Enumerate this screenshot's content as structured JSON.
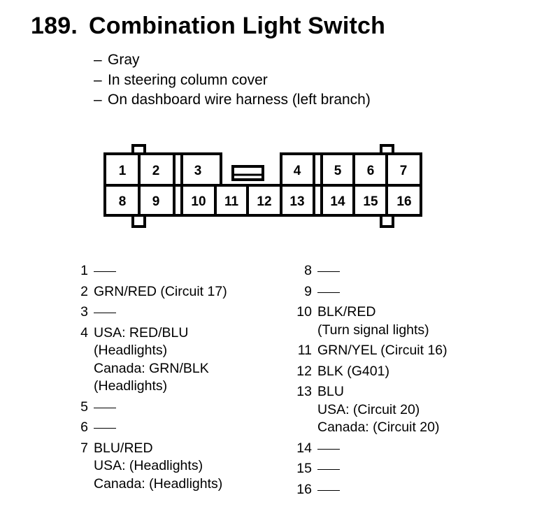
{
  "header": {
    "number": "189.",
    "title": "Combination Light Switch"
  },
  "notes": [
    "Gray",
    "In steering column cover",
    "On dashboard wire harness (left branch)"
  ],
  "connector": {
    "pins_top": [
      "1",
      "2",
      "3",
      "4",
      "5",
      "6",
      "7"
    ],
    "pins_bottom": [
      "8",
      "9",
      "10",
      "11",
      "12",
      "13",
      "14",
      "15",
      "16"
    ]
  },
  "pins_left": [
    {
      "num": "1",
      "lines": []
    },
    {
      "num": "2",
      "lines": [
        "GRN/RED (Circuit 17)"
      ]
    },
    {
      "num": "3",
      "lines": []
    },
    {
      "num": "4",
      "lines": [
        "USA: RED/BLU",
        "(Headlights)",
        "Canada: GRN/BLK",
        "(Headlights)"
      ]
    },
    {
      "num": "5",
      "lines": []
    },
    {
      "num": "6",
      "lines": []
    },
    {
      "num": "7",
      "lines": [
        "BLU/RED",
        "USA: (Headlights)",
        "Canada: (Headlights)"
      ]
    }
  ],
  "pins_right": [
    {
      "num": "8",
      "lines": []
    },
    {
      "num": "9",
      "lines": []
    },
    {
      "num": "10",
      "lines": [
        "BLK/RED",
        "(Turn signal lights)"
      ]
    },
    {
      "num": "11",
      "lines": [
        "GRN/YEL (Circuit 16)"
      ]
    },
    {
      "num": "12",
      "lines": [
        "BLK (G401)"
      ]
    },
    {
      "num": "13",
      "lines": [
        "BLU",
        "USA: (Circuit 20)",
        "Canada: (Circuit 20)"
      ]
    },
    {
      "num": "14",
      "lines": []
    },
    {
      "num": "15",
      "lines": []
    },
    {
      "num": "16",
      "lines": []
    }
  ]
}
